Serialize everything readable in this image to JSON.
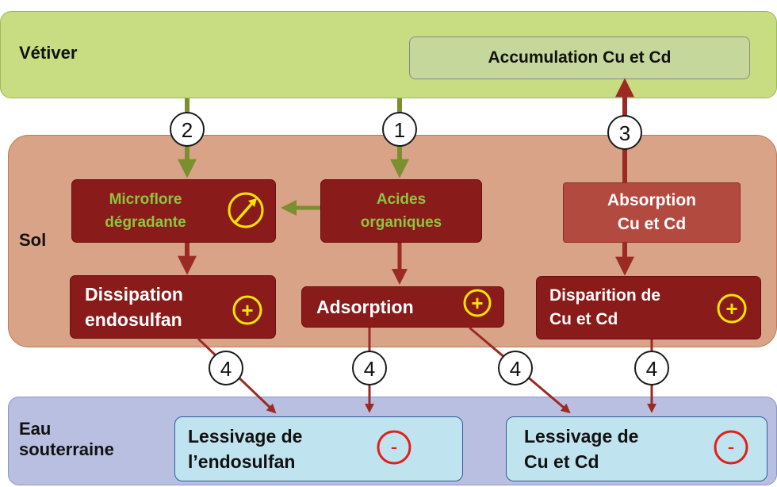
{
  "zones": {
    "vetiver": "Vétiver",
    "sol": "Sol",
    "eau": "Eau\nsouterraine"
  },
  "boxes": {
    "accumulation": "Accumulation Cu et Cd",
    "microflore": "Microflore\ndégradante",
    "acides": "Acides\norganiques",
    "absorption": "Absorption\nCu et Cd",
    "dissipation": "Dissipation\nendosulfan",
    "adsorption": "Adsorption",
    "disparition": "Disparition de\nCu et Cd",
    "lessivage_endo": "Lessivage de\nl’endosulfan",
    "lessivage_cu": "Lessivage de\nCu et Cd"
  },
  "markers": {
    "n1": "1",
    "n2": "2",
    "n3": "3",
    "n4": "4",
    "plus": "+",
    "minus": "-"
  },
  "colors": {
    "green_arrow": "#7c8f2e",
    "red_arrow": "#9b2a24",
    "indicator_yellow": "#f5e400",
    "indicator_red": "#e0201b"
  }
}
